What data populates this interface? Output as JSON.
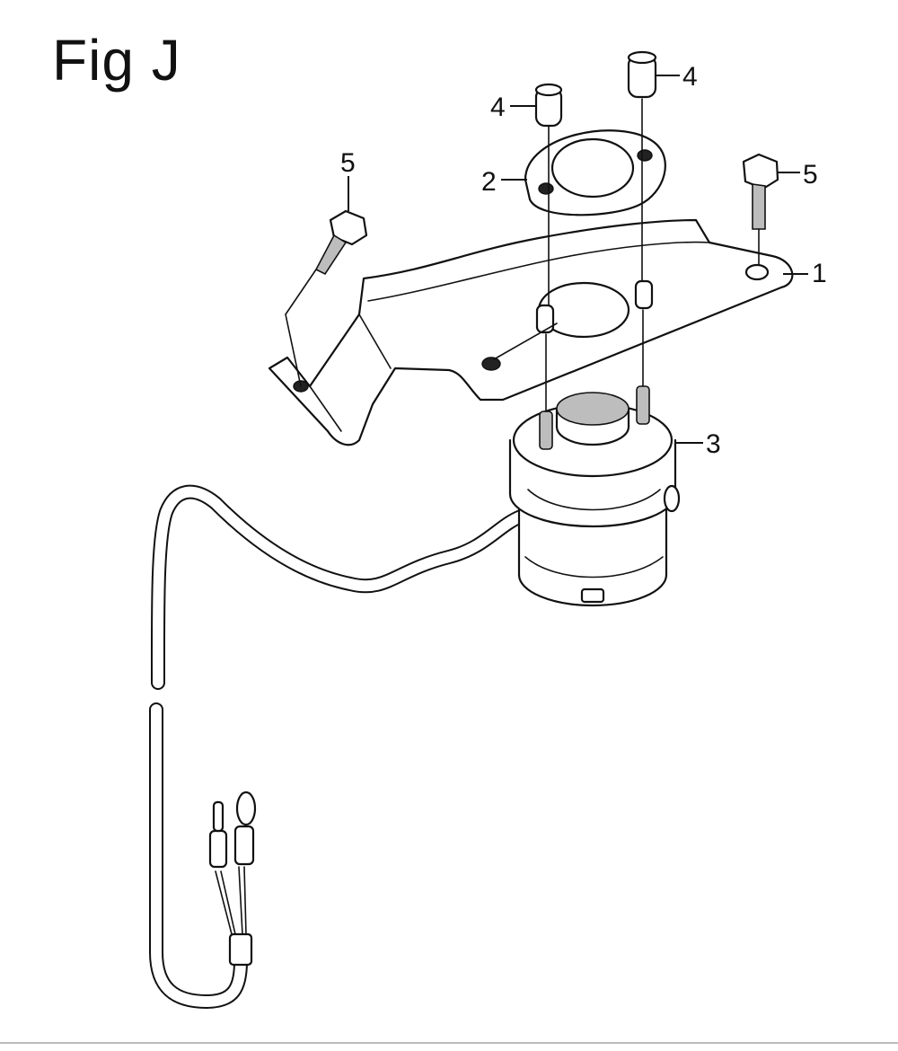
{
  "figure": {
    "title": "Fig J",
    "callouts": {
      "c1": "1",
      "c2": "2",
      "c3": "3",
      "c4a": "4",
      "c4b": "4",
      "c5a": "5",
      "c5b": "5"
    }
  }
}
